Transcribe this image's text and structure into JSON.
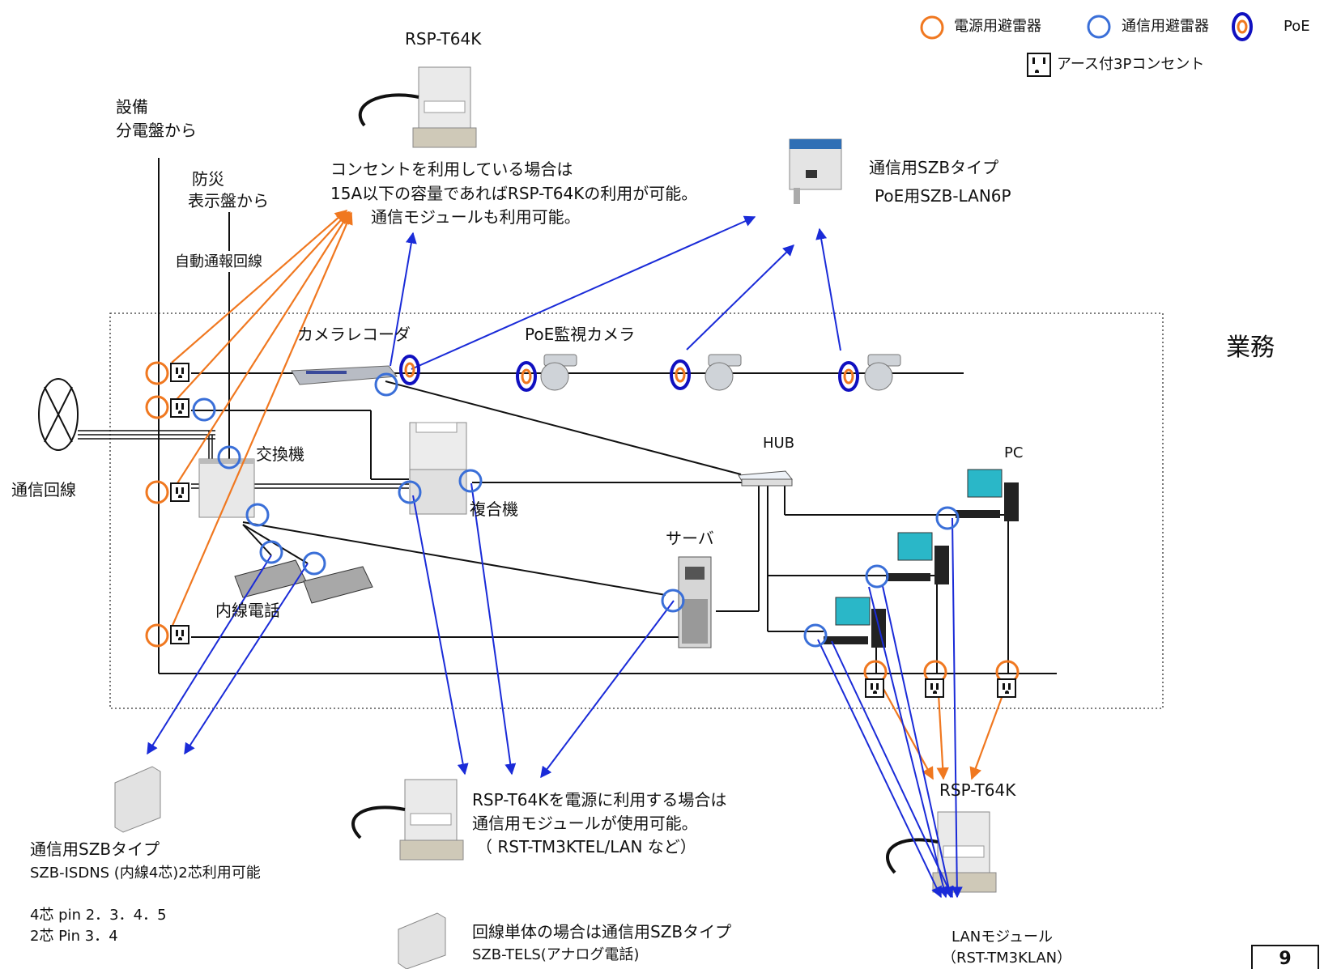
{
  "legend": {
    "power_arrester": "電源用避雷器",
    "comm_arrester": "通信用避雷器",
    "poe": "PoE",
    "outlet": "アース付3Pコンセント"
  },
  "labels": {
    "rsp_top": "RSP-T64K",
    "from_panel_1": "設備",
    "from_panel_2": "分電盤から",
    "disaster_1": "防災",
    "disaster_2": "表示盤から",
    "auto_line": "自動通報回線",
    "outlet_note_1": "コンセントを利用している場合は",
    "outlet_note_2": "15A以下の容量であればRSP-T64Kの利用が可能。",
    "outlet_note_3": "通信モジュールも利用可能。",
    "szb_type_top": "通信用SZBタイプ",
    "szb_lan6p": "PoE用SZB-LAN6P",
    "gyomu": "業務",
    "camera_recorder": "カメラレコーダ",
    "poe_camera": "PoE監視カメラ",
    "comm_line": "通信回線",
    "exchanger": "交換機",
    "mfp": "複合機",
    "hub": "HUB",
    "pc": "PC",
    "server": "サーバ",
    "ext_phone": "内線電話",
    "szb_type_left": "通信用SZBタイプ",
    "szb_isdns": "SZB-ISDNS (内線4芯)2芯利用可能",
    "pin4": "4芯  pin  2．3．4．5",
    "pin2": "2芯  Pin     3．4",
    "rsp_use_1": "RSP-T64Kを電源に利用する場合は",
    "rsp_use_2": "通信用モジュールが使用可能。",
    "rsp_use_3": "（   RST-TM3KTEL/LAN      など）",
    "line_single_1": "回線単体の場合は通信用SZBタイプ",
    "line_single_2": "SZB-TELS(アナログ電話)",
    "rsp_bottom": "RSP-T64K",
    "lan_module_1": "LANモジュール",
    "lan_module_2": "（RST-TM3KLAN）",
    "page_number": "9"
  },
  "colors": {
    "power_arrester": "#f07820",
    "comm_arrester": "#3a6fd8",
    "poe_outer": "#1010c0",
    "arrow_blue": "#1a2bd8",
    "arrow_orange": "#f07820"
  }
}
